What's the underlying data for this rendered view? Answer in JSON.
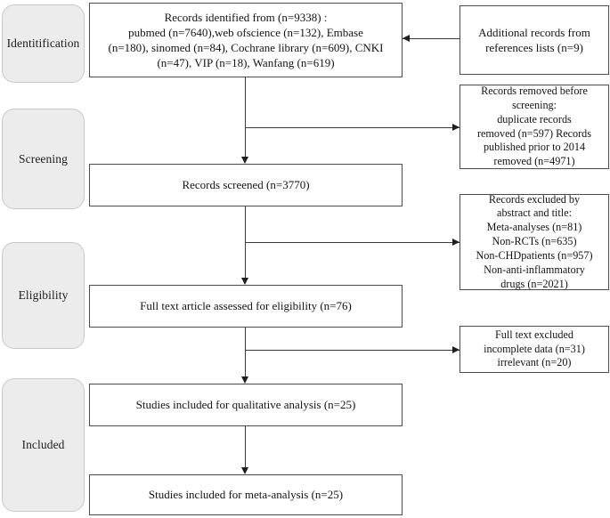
{
  "diagram": {
    "title": "PRISMA study selection flow diagram",
    "colors": {
      "stage_fill": "#ececed",
      "stage_border": "#c9c9c9",
      "box_border": "#4c4c4c",
      "line": "#3a3a3a",
      "text": "#141414",
      "background": "#ffffff"
    },
    "stages": [
      {
        "id": "identification",
        "label": "Identitification"
      },
      {
        "id": "screening",
        "label": "Screening"
      },
      {
        "id": "eligibility",
        "label": "Eligibility"
      },
      {
        "id": "included",
        "label": "Included"
      }
    ],
    "main_boxes": [
      {
        "id": "records-identified",
        "text": "Records identified from (n=9338) :\npubmed (n=7640),web ofscience (n=132), Embase\n(n=180), sinomed (n=84), Cochrane library (n=609), CNKI\n(n=47), VIP (n=18), Wanfang (n=619)"
      },
      {
        "id": "records-screened",
        "text": "Records screened (n=3770)"
      },
      {
        "id": "full-text-assessed",
        "text": "Full text article assessed for eligibility (n=76)"
      },
      {
        "id": "qualitative-analysis",
        "text": "Studies included for qualitative analysis (n=25)"
      },
      {
        "id": "meta-analysis",
        "text": "Studies included for meta-analysis (n=25)"
      }
    ],
    "side_boxes": [
      {
        "id": "additional-records",
        "text": "Additional records from\nreferences lists (n=9)"
      },
      {
        "id": "records-removed",
        "text": "Records removed before\nscreening:\nduplicate records\nremoved (n=597)    Records\npublished prior to 2014\nremoved (n=4971)"
      },
      {
        "id": "records-excluded",
        "text": "Records excluded by\nabstract and title:\nMeta-analyses (n=81)\nNon-RCTs (n=635)\nNon-CHDpatients (n=957)\nNon-anti-inflammatory\ndrugs (n=2021)"
      },
      {
        "id": "full-text-excluded",
        "text": "Full text excluded\nincomplete data (n=31)\nirrelevant (n=20)"
      }
    ],
    "counts": {
      "total_identified": 9338,
      "pubmed": 7640,
      "web_of_science": 132,
      "embase": 180,
      "sinomed": 84,
      "cochrane_library": 609,
      "cnki": 47,
      "vip": 18,
      "wanfang": 619,
      "additional_records": 9,
      "duplicates_removed": 597,
      "published_prior_2014_removed": 4971,
      "records_screened": 3770,
      "excluded_meta_analyses": 81,
      "excluded_non_rcts": 635,
      "excluded_non_chd_patients": 957,
      "excluded_non_anti_inflammatory_drugs": 2021,
      "full_text_assessed": 76,
      "full_text_excluded_incomplete_data": 31,
      "full_text_excluded_irrelevant": 20,
      "qualitative_analysis": 25,
      "meta_analysis": 25
    }
  }
}
